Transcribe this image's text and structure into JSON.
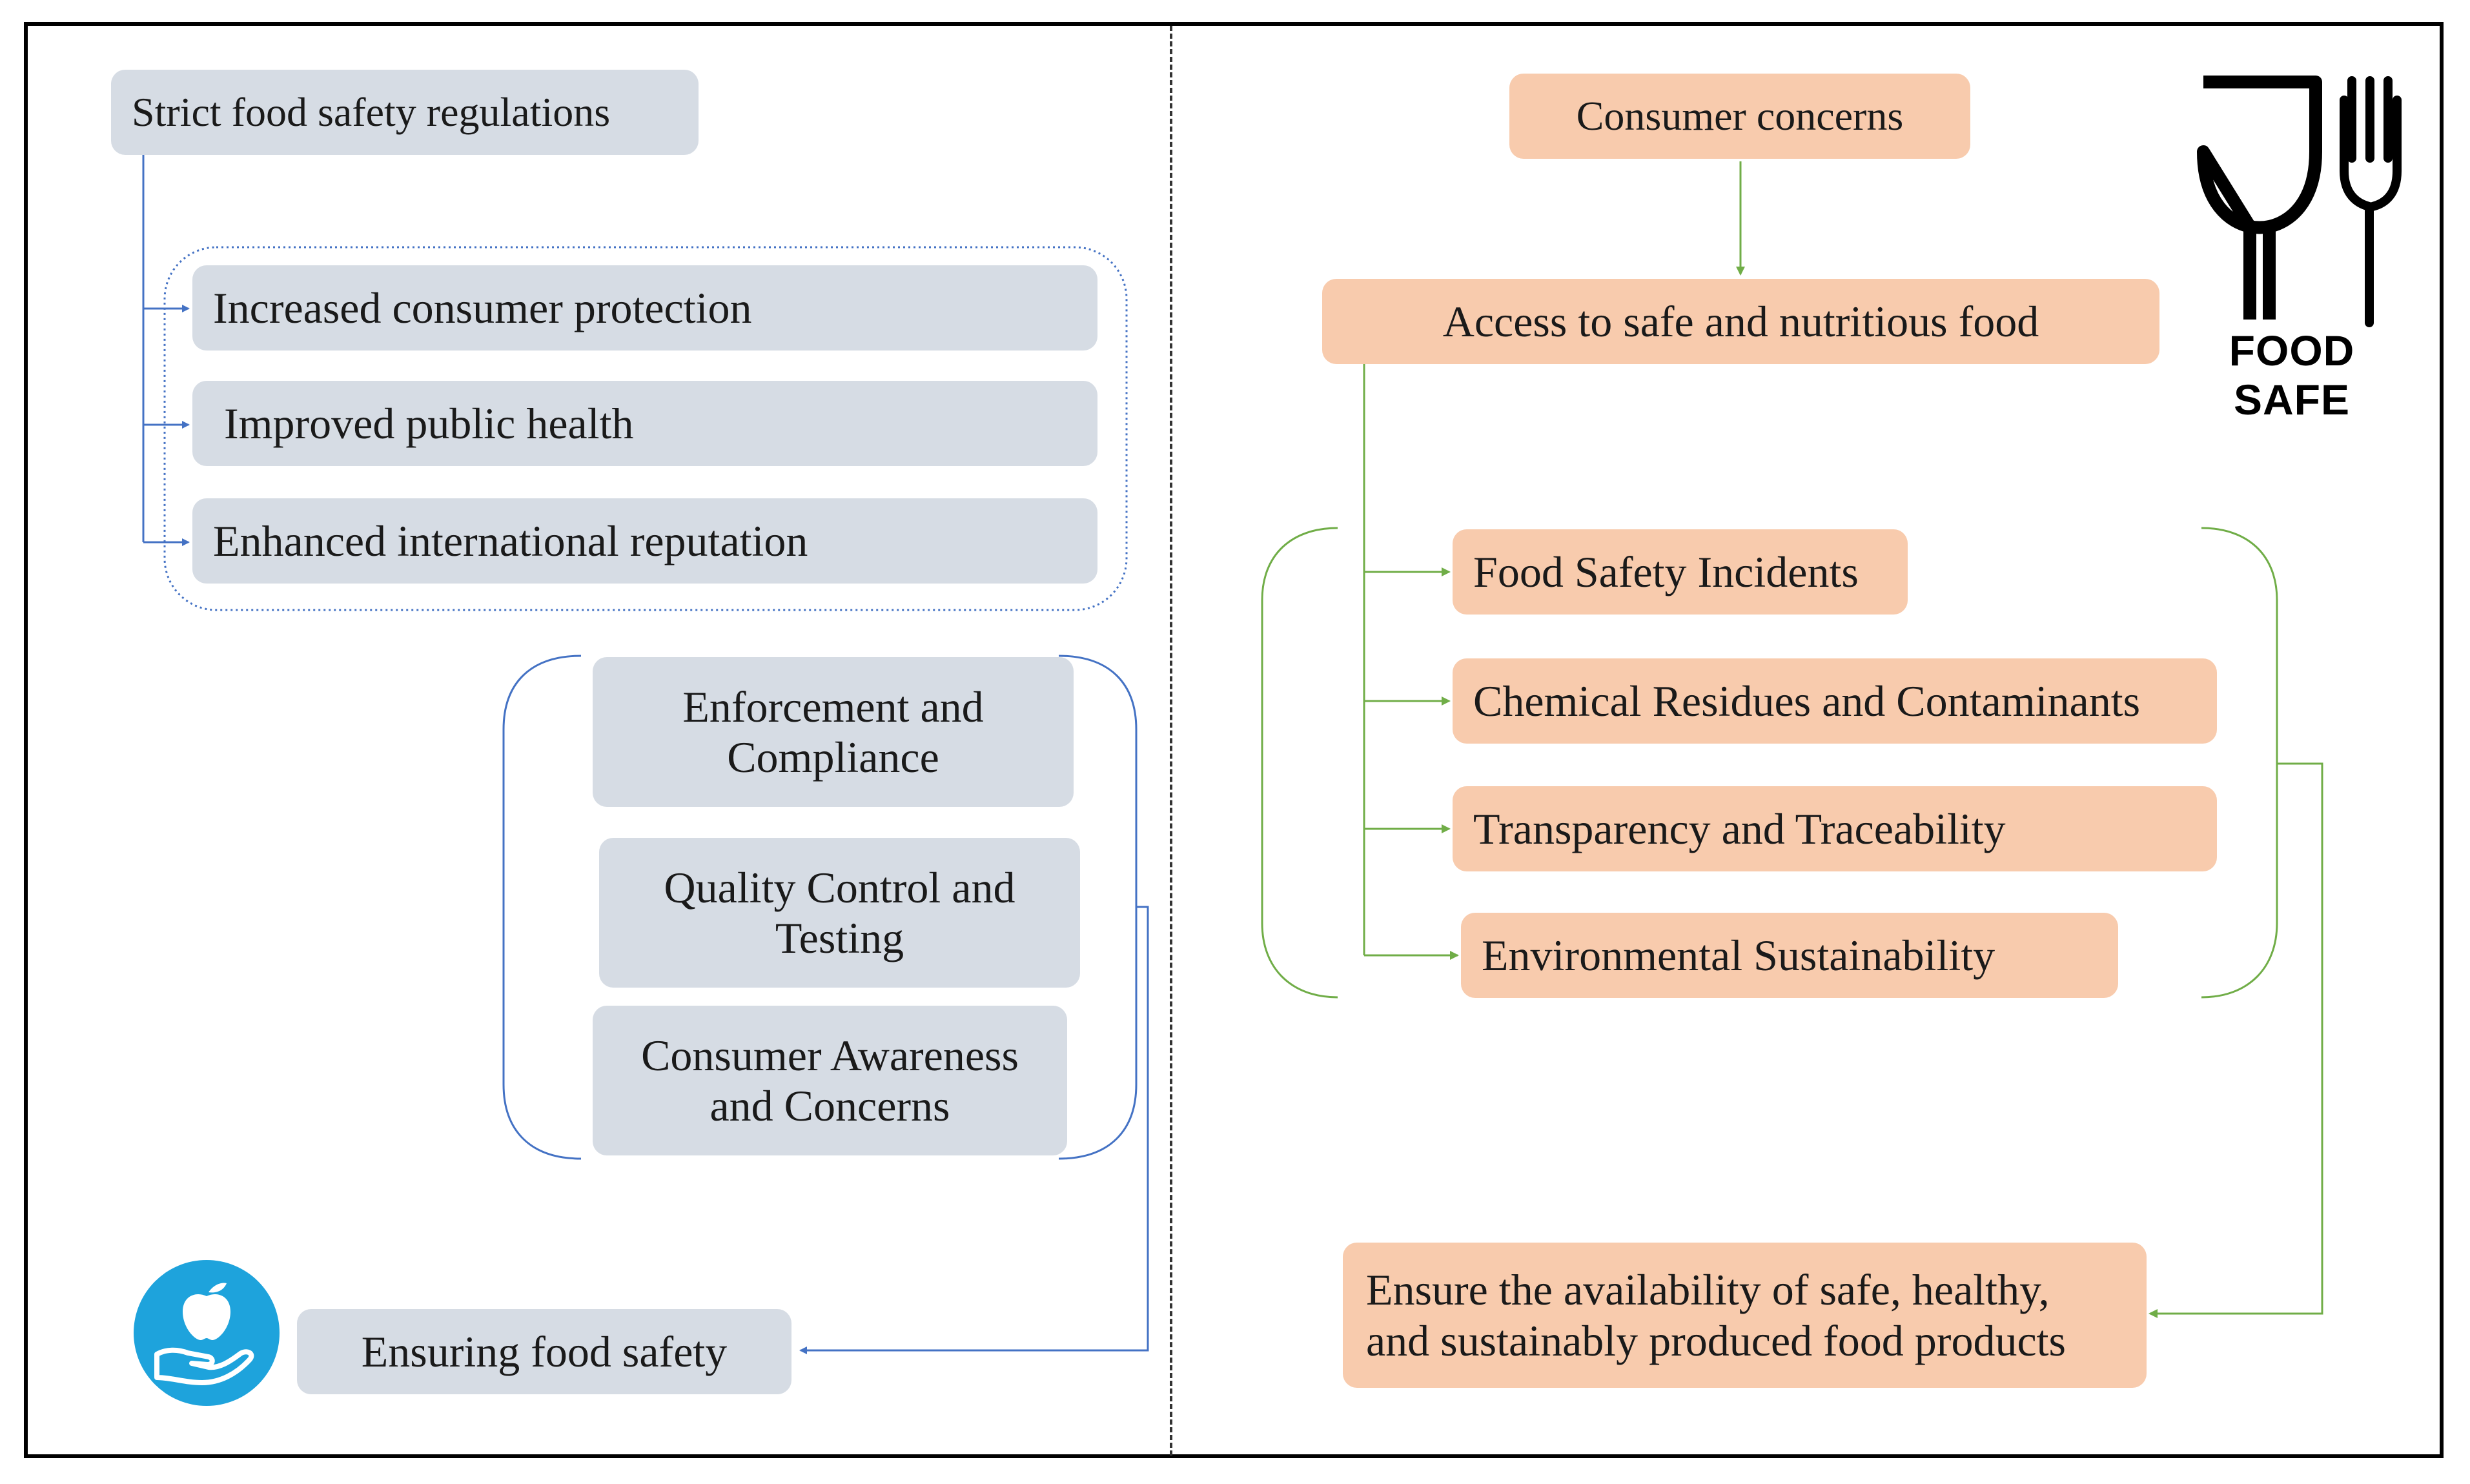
{
  "left_panel": {
    "root": "Strict food safety regulations",
    "benefits": [
      "Increased consumer protection",
      " Improved public health",
      "Enhanced international reputation"
    ],
    "pillars": [
      {
        "line1": "Enforcement and",
        "line2": "Compliance"
      },
      {
        "line1": "Quality Control and",
        "line2": "Testing"
      },
      {
        "line1": "Consumer Awareness",
        "line2": "and Concerns"
      }
    ],
    "outcome": "Ensuring food safety"
  },
  "right_panel": {
    "top": "Consumer concerns",
    "access": "Access to safe and nutritious food",
    "issues": [
      "Food Safety Incidents",
      "Chemical Residues and Contaminants",
      "Transparency and Traceability",
      "Environmental Sustainability"
    ],
    "outcome_line1": "Ensure the availability of safe, healthy,",
    "outcome_line2": "and sustainably produced food products",
    "logo_label": "FOOD SAFE"
  },
  "colors": {
    "grey_box": "#d6dce4",
    "peach_box": "#f8cbad",
    "blue_line": "#4472c4",
    "green_line": "#70ad47",
    "icon_blue": "#1ea3dc"
  },
  "icons": [
    "apple-in-hand-icon",
    "glass-and-fork-icon"
  ]
}
